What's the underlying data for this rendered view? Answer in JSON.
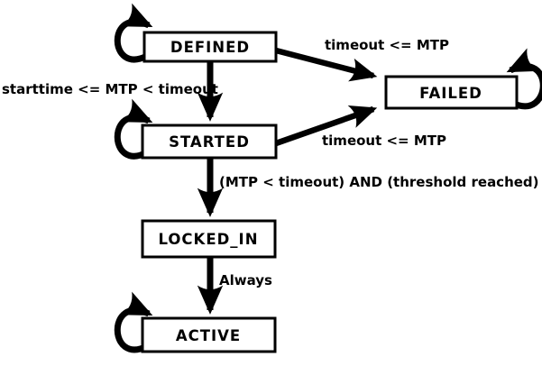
{
  "colors": {
    "background": "#ffffff",
    "line": "#000000",
    "state_fill": "#ffffff",
    "text": "#000000"
  },
  "diagram": {
    "type": "state-machine",
    "states": [
      {
        "label": "DEFINED"
      },
      {
        "label": "FAILED"
      },
      {
        "label": "STARTED"
      },
      {
        "label": "LOCKED_IN"
      },
      {
        "label": "ACTIVE"
      }
    ],
    "transitions": [
      {
        "from": "DEFINED",
        "to": "DEFINED",
        "label": ""
      },
      {
        "from": "DEFINED",
        "to": "STARTED",
        "label": "starttime <= MTP < timeout"
      },
      {
        "from": "DEFINED",
        "to": "FAILED",
        "label": "timeout <= MTP"
      },
      {
        "from": "STARTED",
        "to": "STARTED",
        "label": ""
      },
      {
        "from": "STARTED",
        "to": "FAILED",
        "label": "timeout <= MTP"
      },
      {
        "from": "STARTED",
        "to": "LOCKED_IN",
        "label": "(MTP < timeout) AND (threshold reached)"
      },
      {
        "from": "FAILED",
        "to": "FAILED",
        "label": ""
      },
      {
        "from": "LOCKED_IN",
        "to": "ACTIVE",
        "label": "Always"
      },
      {
        "from": "ACTIVE",
        "to": "ACTIVE",
        "label": ""
      }
    ]
  }
}
